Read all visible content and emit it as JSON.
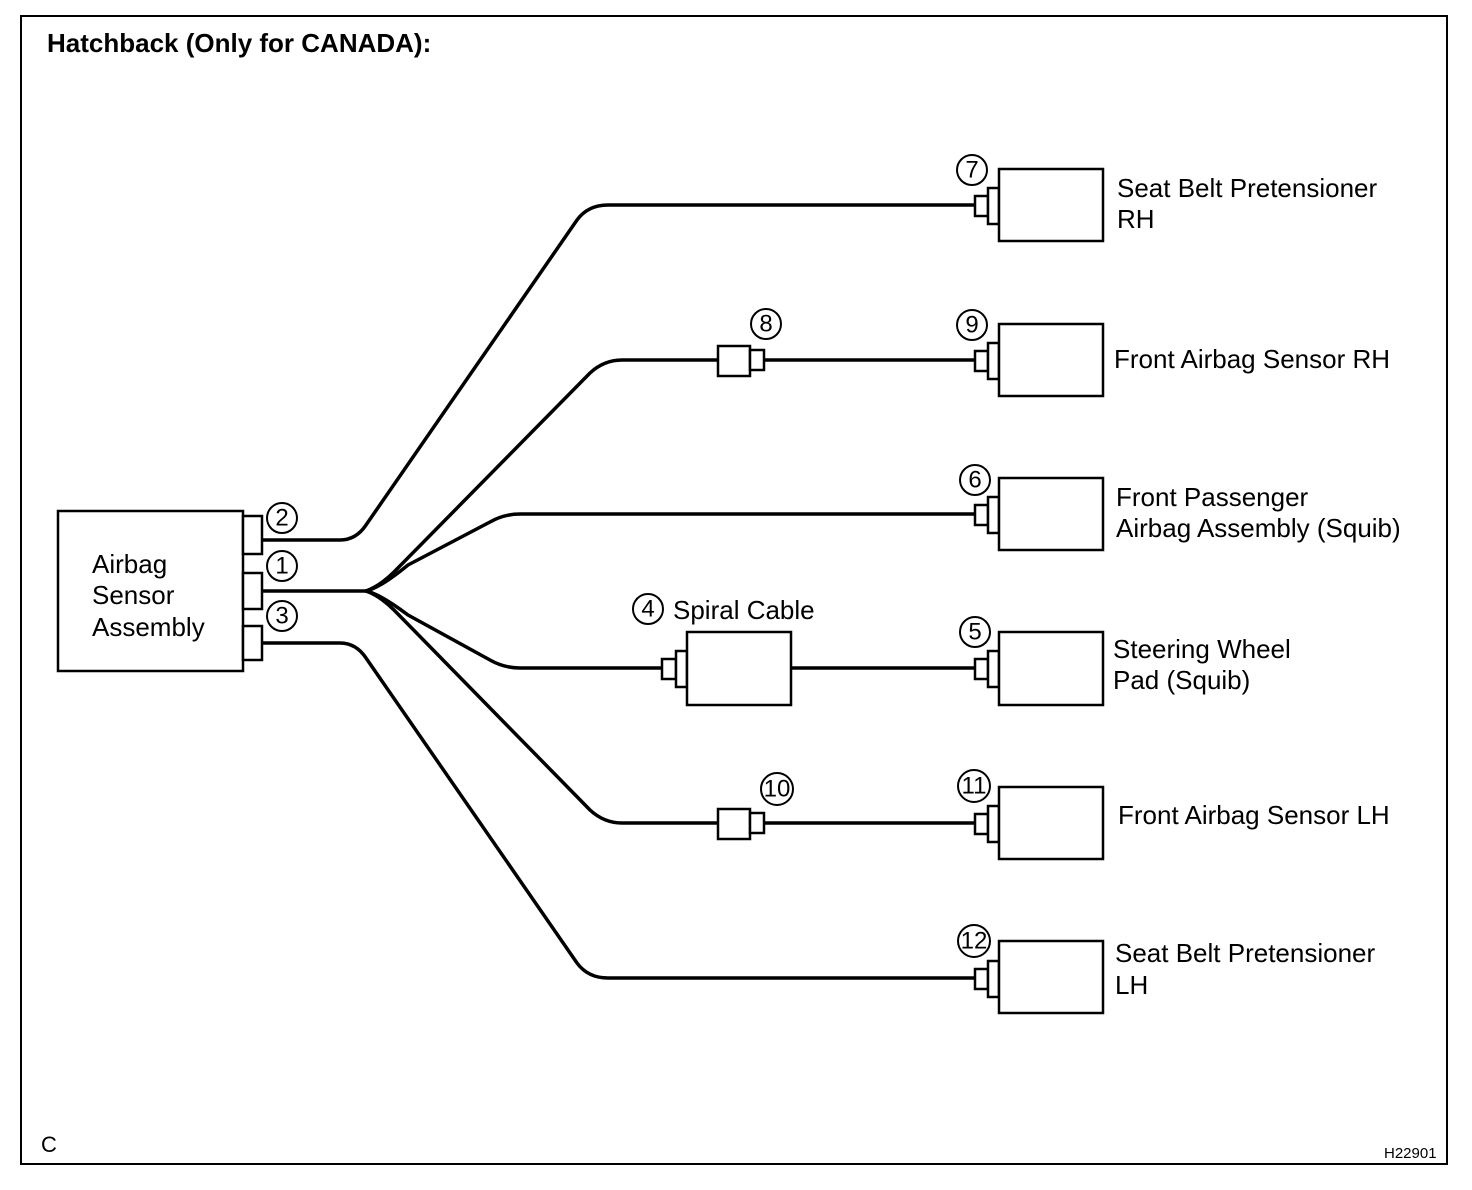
{
  "title": "Hatchback (Only for CANADA):",
  "corner_left": "C",
  "corner_right": "H22901",
  "components": {
    "airbag_sensor_assembly": [
      "Airbag",
      "Sensor",
      "Assembly"
    ],
    "seat_belt_pretensioner_rh": [
      "Seat Belt Pretensioner",
      "RH"
    ],
    "front_airbag_sensor_rh": [
      "Front Airbag Sensor RH"
    ],
    "front_passenger_airbag": [
      "Front Passenger",
      "Airbag Assembly (Squib)"
    ],
    "spiral_cable": "Spiral Cable",
    "steering_wheel_pad": [
      "Steering Wheel",
      "Pad (Squib)"
    ],
    "front_airbag_sensor_lh": [
      "Front Airbag Sensor LH"
    ],
    "seat_belt_pretensioner_lh": [
      "Seat Belt Pretensioner",
      "LH"
    ]
  },
  "connectors": {
    "c1": "1",
    "c2": "2",
    "c3": "3",
    "c4": "4",
    "c5": "5",
    "c6": "6",
    "c7": "7",
    "c8": "8",
    "c9": "9",
    "c10": "10",
    "c11": "11",
    "c12": "12"
  }
}
